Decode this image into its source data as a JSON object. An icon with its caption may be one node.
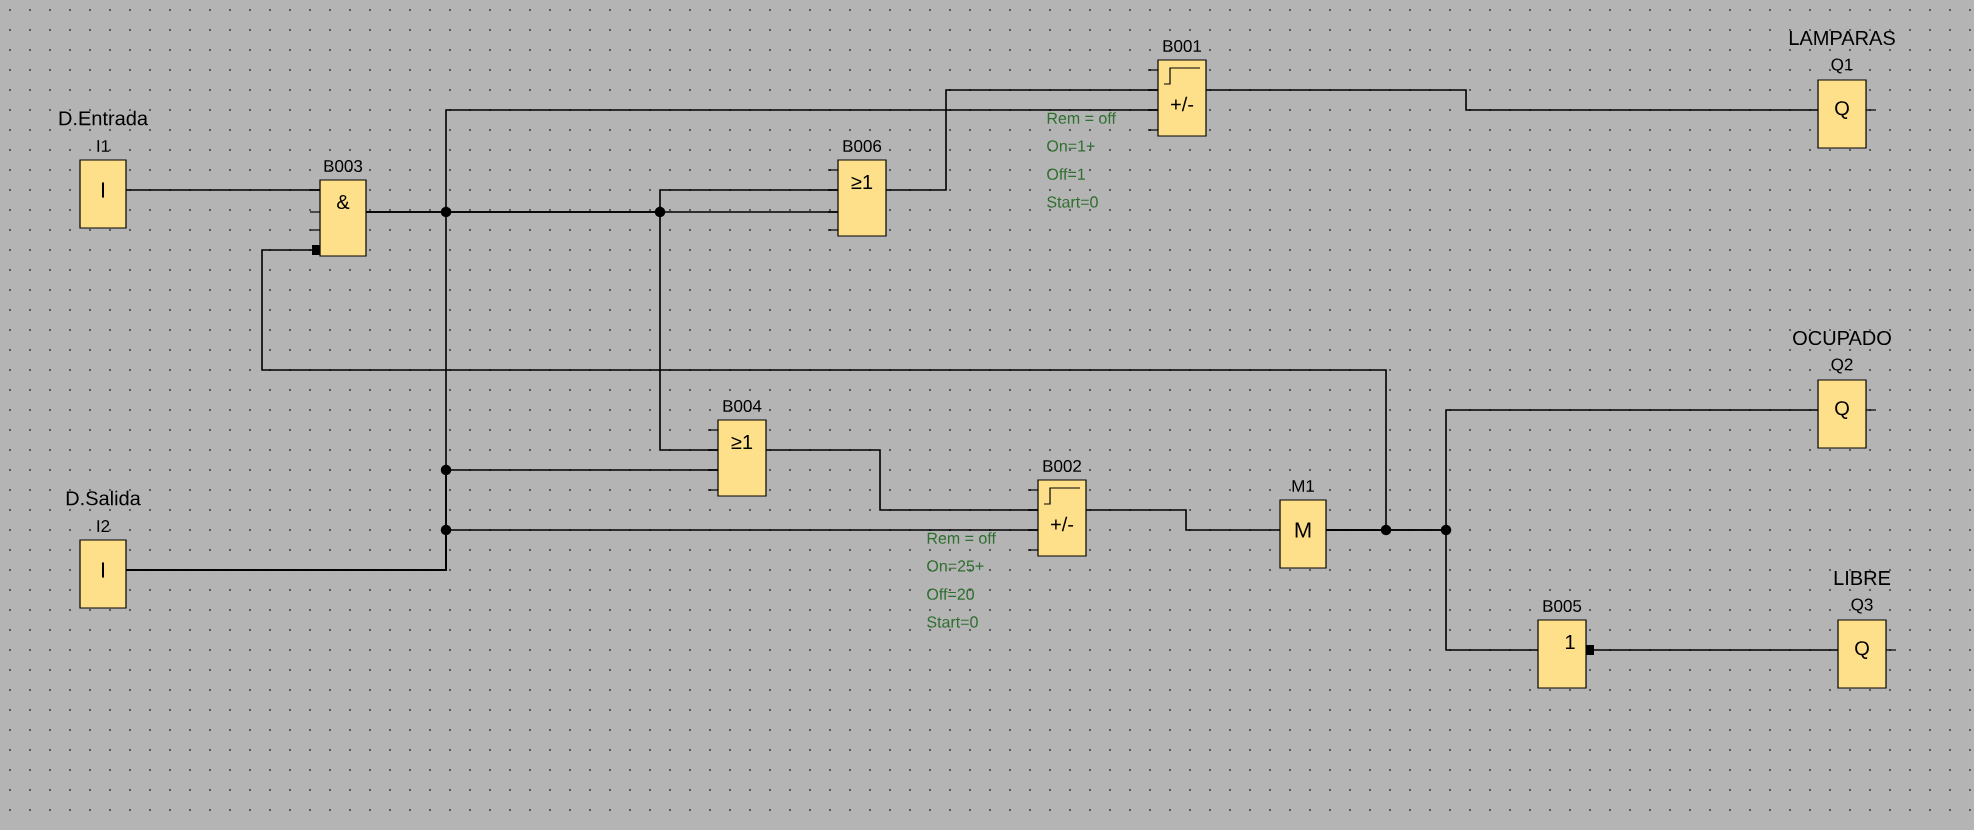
{
  "diagram": {
    "nodes": [
      {
        "text": [
          "I"
        ],
        "beside": [
          "D.Entrada",
          "I1"
        ]
      },
      {
        "text": [
          "I"
        ],
        "beside": [
          "D.Salida",
          "I2"
        ]
      },
      {
        "text": [
          "&"
        ],
        "beside": [
          "B003"
        ]
      },
      {
        "text": [
          "≥1"
        ],
        "beside": [
          "B006"
        ]
      },
      {
        "text": [
          "≥1"
        ],
        "beside": [
          "B004"
        ]
      },
      {
        "text": [
          "+/-"
        ],
        "beside": [
          "B001",
          "Rem = off",
          "On=1+",
          "Off=1",
          "Start=0"
        ]
      },
      {
        "text": [
          "+/-"
        ],
        "beside": [
          "B002",
          "Rem = off",
          "On=25+",
          "Off=20",
          "Start=0"
        ]
      },
      {
        "text": [
          "M"
        ],
        "beside": [
          "M1"
        ]
      },
      {
        "text": [
          "Q"
        ],
        "beside": [
          "LAMPARAS",
          "Q1"
        ]
      },
      {
        "text": [
          "Q"
        ],
        "beside": [
          "OCUPADO",
          "Q2"
        ]
      },
      {
        "text": [
          "1"
        ],
        "beside": [
          "B005"
        ]
      },
      {
        "text": [
          "Q"
        ],
        "beside": [
          "LIBRE",
          "Q3"
        ]
      }
    ],
    "edges": [
      {
        "from": 0,
        "to": 2,
        "arrow": "none"
      },
      {
        "from": 2,
        "to": 3,
        "arrow": "none"
      },
      {
        "from": 2,
        "to": 4,
        "arrow": "none"
      },
      {
        "from": 1,
        "to": 4,
        "arrow": "none"
      },
      {
        "from": 1,
        "to": 6,
        "arrow": "none"
      },
      {
        "from": 1,
        "to": 5,
        "arrow": "none"
      },
      {
        "from": 3,
        "to": 5,
        "arrow": "none"
      },
      {
        "from": 5,
        "to": 8,
        "arrow": "none"
      },
      {
        "from": 4,
        "to": 6,
        "arrow": "none"
      },
      {
        "from": 6,
        "to": 7,
        "arrow": "none"
      },
      {
        "from": 7,
        "to": 2,
        "arrow": "none"
      },
      {
        "from": 7,
        "to": 9,
        "arrow": "none"
      },
      {
        "from": 7,
        "to": 10,
        "arrow": "none"
      },
      {
        "from": 10,
        "to": 11,
        "arrow": "none"
      }
    ]
  }
}
